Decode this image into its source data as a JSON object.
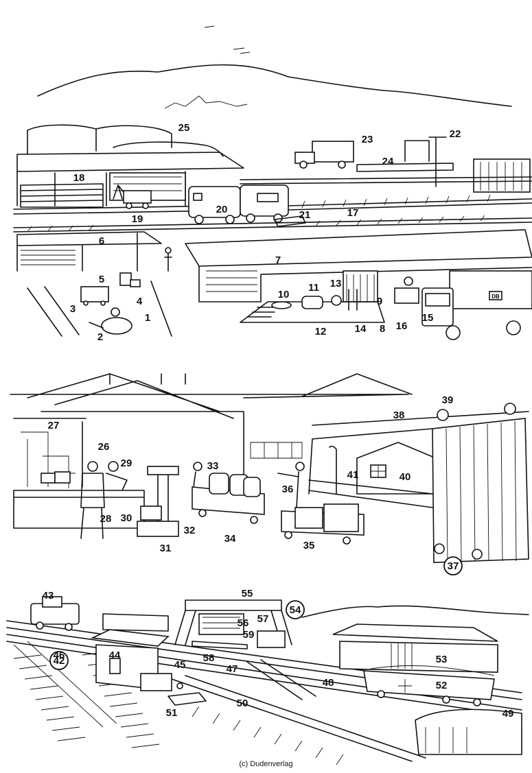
{
  "credit": "(c) Dudenverlag",
  "labels": [
    {
      "n": "1"
    },
    {
      "n": "2"
    },
    {
      "n": "3"
    },
    {
      "n": "4"
    },
    {
      "n": "5"
    },
    {
      "n": "6"
    },
    {
      "n": "7"
    },
    {
      "n": "8"
    },
    {
      "n": "9"
    },
    {
      "n": "10"
    },
    {
      "n": "11"
    },
    {
      "n": "12"
    },
    {
      "n": "13"
    },
    {
      "n": "14"
    },
    {
      "n": "15"
    },
    {
      "n": "16"
    },
    {
      "n": "17"
    },
    {
      "n": "18"
    },
    {
      "n": "19"
    },
    {
      "n": "20"
    },
    {
      "n": "21"
    },
    {
      "n": "22"
    },
    {
      "n": "23"
    },
    {
      "n": "24"
    },
    {
      "n": "25"
    },
    {
      "n": "26"
    },
    {
      "n": "27"
    },
    {
      "n": "28"
    },
    {
      "n": "29"
    },
    {
      "n": "30"
    },
    {
      "n": "31"
    },
    {
      "n": "32"
    },
    {
      "n": "33"
    },
    {
      "n": "34"
    },
    {
      "n": "35"
    },
    {
      "n": "36"
    },
    {
      "n": "37",
      "circled": true
    },
    {
      "n": "38"
    },
    {
      "n": "39"
    },
    {
      "n": "40"
    },
    {
      "n": "41"
    },
    {
      "n": "42",
      "circled": true
    },
    {
      "n": "43"
    },
    {
      "n": "44"
    },
    {
      "n": "45"
    },
    {
      "n": "46"
    },
    {
      "n": "47"
    },
    {
      "n": "48"
    },
    {
      "n": "49"
    },
    {
      "n": "50"
    },
    {
      "n": "51"
    },
    {
      "n": "52"
    },
    {
      "n": "53"
    },
    {
      "n": "54",
      "circled": true
    },
    {
      "n": "55"
    },
    {
      "n": "56"
    },
    {
      "n": "57"
    },
    {
      "n": "58"
    },
    {
      "n": "59"
    }
  ],
  "truck_logo": "DB"
}
